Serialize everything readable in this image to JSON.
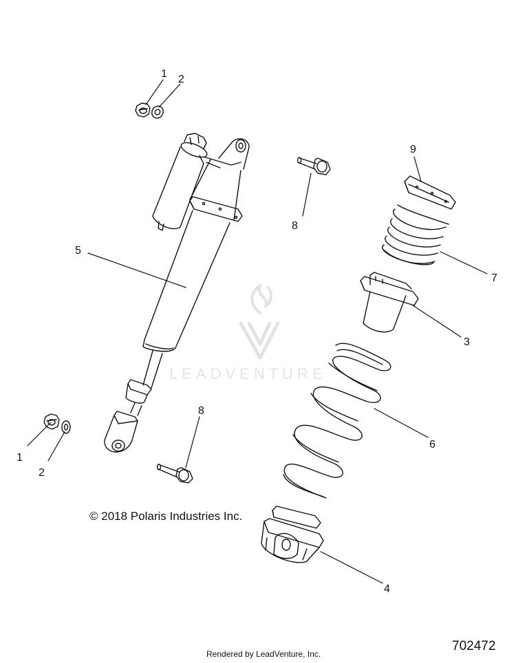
{
  "callouts": {
    "c1a": "1",
    "c2a": "2",
    "c9": "9",
    "c8a": "8",
    "c5": "5",
    "c7": "7",
    "c3": "3",
    "c8b": "8",
    "c1b": "1",
    "c2b": "2",
    "c6": "6",
    "c4": "4"
  },
  "copyright": "© 2018 Polaris Industries Inc.",
  "rendered_by": "Rendered by LeadVenture, Inc.",
  "reference_number": "702472",
  "watermark": {
    "text": "LEADVENTURE",
    "color": "#e4e4e4"
  },
  "colors": {
    "line": "#111111",
    "watermark": "#e4e4e4"
  }
}
